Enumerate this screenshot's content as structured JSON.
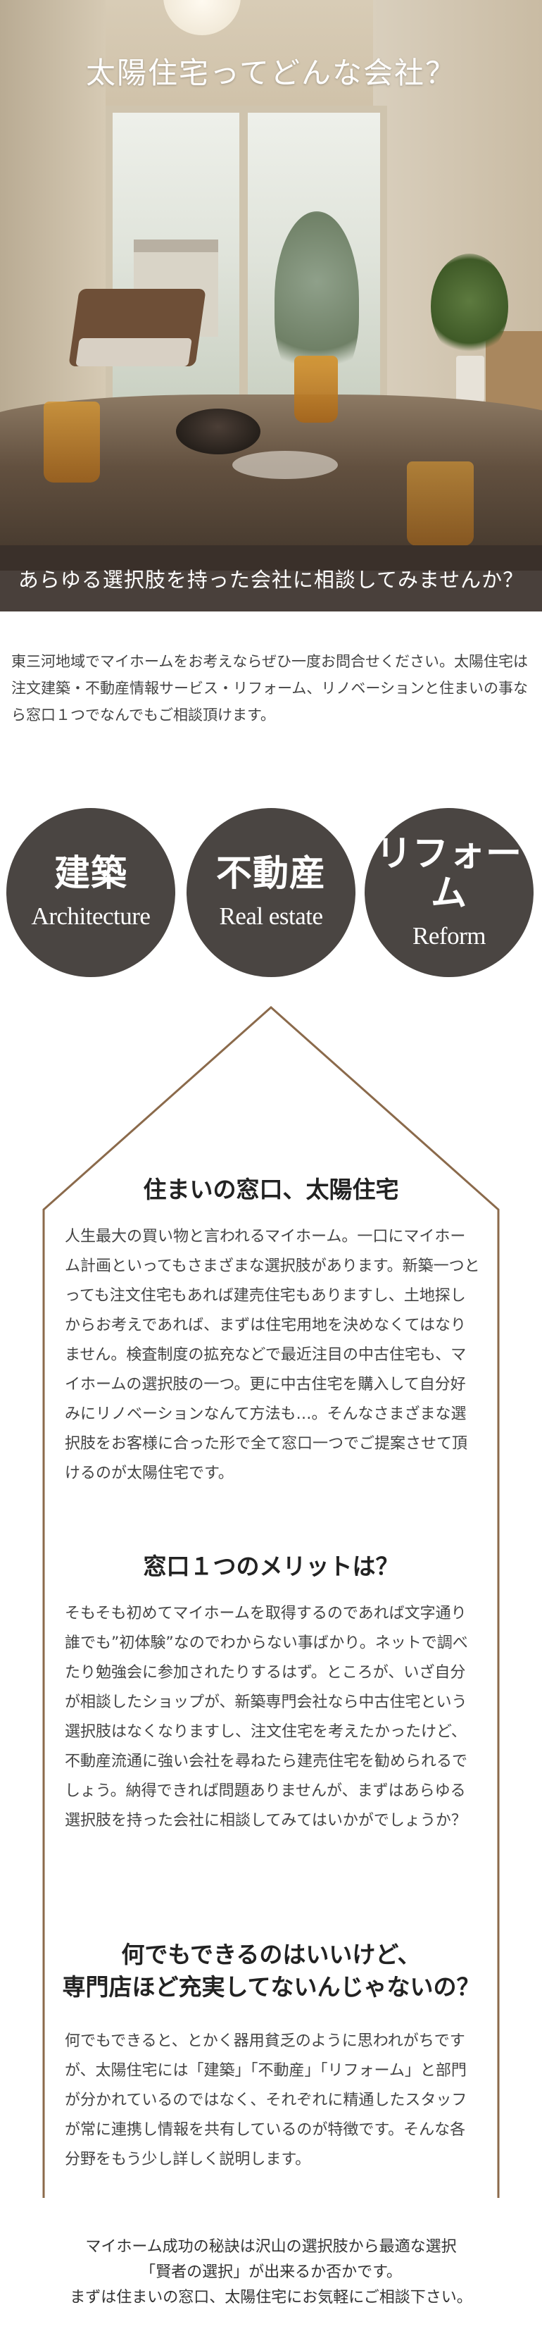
{
  "hero": {
    "title": "太陽住宅ってどんな会社？",
    "banner": "あらゆる選択肢を持った会社に相談してみませんか？"
  },
  "intro": {
    "text": "東三河地域でマイホームをお考えならぜひ一度お問合せください。太陽住宅は注文建築・不動産情報サービス・リフォーム、リノベーションと住まいの事なら窓口１つでなんでもご相談頂けます。"
  },
  "services": [
    {
      "jp": "建築",
      "en": "Architecture"
    },
    {
      "jp": "不動産",
      "en": "Real estate"
    },
    {
      "jp": "リフォーム",
      "en": "Reform"
    }
  ],
  "sections": [
    {
      "title": "住まいの窓口、太陽住宅",
      "body": "人生最大の買い物と言われるマイホーム。一口にマイホーム計画といってもさまざまな選択肢があります。新築一つとっても注文住宅もあれば建売住宅もありますし、土地探しからお考えであれば、まずは住宅用地を決めなくてはなりません。検査制度の拡充などで最近注目の中古住宅も、マイホームの選択肢の一つ。更に中古住宅を購入して自分好みにリノベーションなんて方法も…。そんなさまざまな選択肢をお客様に合った形で全て窓口一つでご提案させて頂けるのが太陽住宅です。"
    },
    {
      "title": "窓口１つのメリットは？",
      "body": "そもそも初めてマイホームを取得するのであれば文字通り誰でも”初体験”なのでわからない事ばかり。ネットで調べたり勉強会に参加されたりするはず。ところが、いざ自分が相談したショップが、新築専門会社なら中古住宅という選択肢はなくなりますし、注文住宅を考えたかったけど、不動産流通に強い会社を尋ねたら建売住宅を勧められるでしょう。納得できれば問題ありませんが、まずはあらゆる選択肢を持った会社に相談してみてはいかがでしょうか？"
    },
    {
      "title_line1": "何でもできるのはいいけど、",
      "title_line2": "専門店ほど充実してないんじゃないの？",
      "body": "何でもできると、とかく器用貧乏のように思われがちですが、太陽住宅には「建築」「不動産」「リフォーム」と部門が分かれているのではなく、それぞれに精通したスタッフが常に連携し情報を共有しているのが特徴です。そんな各分野をもう少し詳しく説明します。"
    }
  ],
  "outro": {
    "line1": "マイホーム成功の秘訣は沢山の選択肢から最適な選択",
    "line2": "「賢者の選択」が出来るか否かです。",
    "line3": "まずは住まいの窓口、太陽住宅にお気軽にご相談下さい。"
  },
  "colors": {
    "circle_bg": "#4a4542",
    "banner_bg": "#3a302a",
    "house_outline": "#8b6a4b"
  }
}
